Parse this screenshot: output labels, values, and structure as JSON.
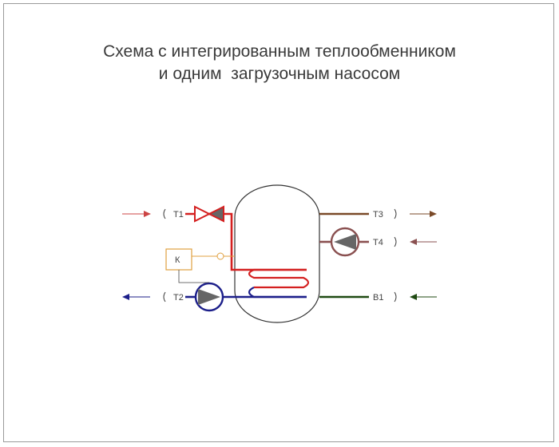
{
  "title": {
    "line1": "Схема с интегрированным теплообменником",
    "line2": "и одним  загрузочным насосом"
  },
  "labels": {
    "t1": "T1",
    "t2": "T2",
    "t3": "T3",
    "t4": "T4",
    "b1": "B1",
    "controller": "К"
  },
  "colors": {
    "supply_hot": "#d42020",
    "return_cold": "#1c1f8a",
    "hot_water": "#7a4a28",
    "circulation": "#8a5050",
    "cold_water": "#1f4a12",
    "controller": "#e0a040",
    "pump_fill": "#666666",
    "tank_outline": "#333333"
  },
  "icons": {
    "valve": "two-way-valve-icon",
    "pump": "circulation-pump-icon",
    "sensor": "temperature-sensor-icon",
    "arrow": "flow-arrow-icon"
  }
}
